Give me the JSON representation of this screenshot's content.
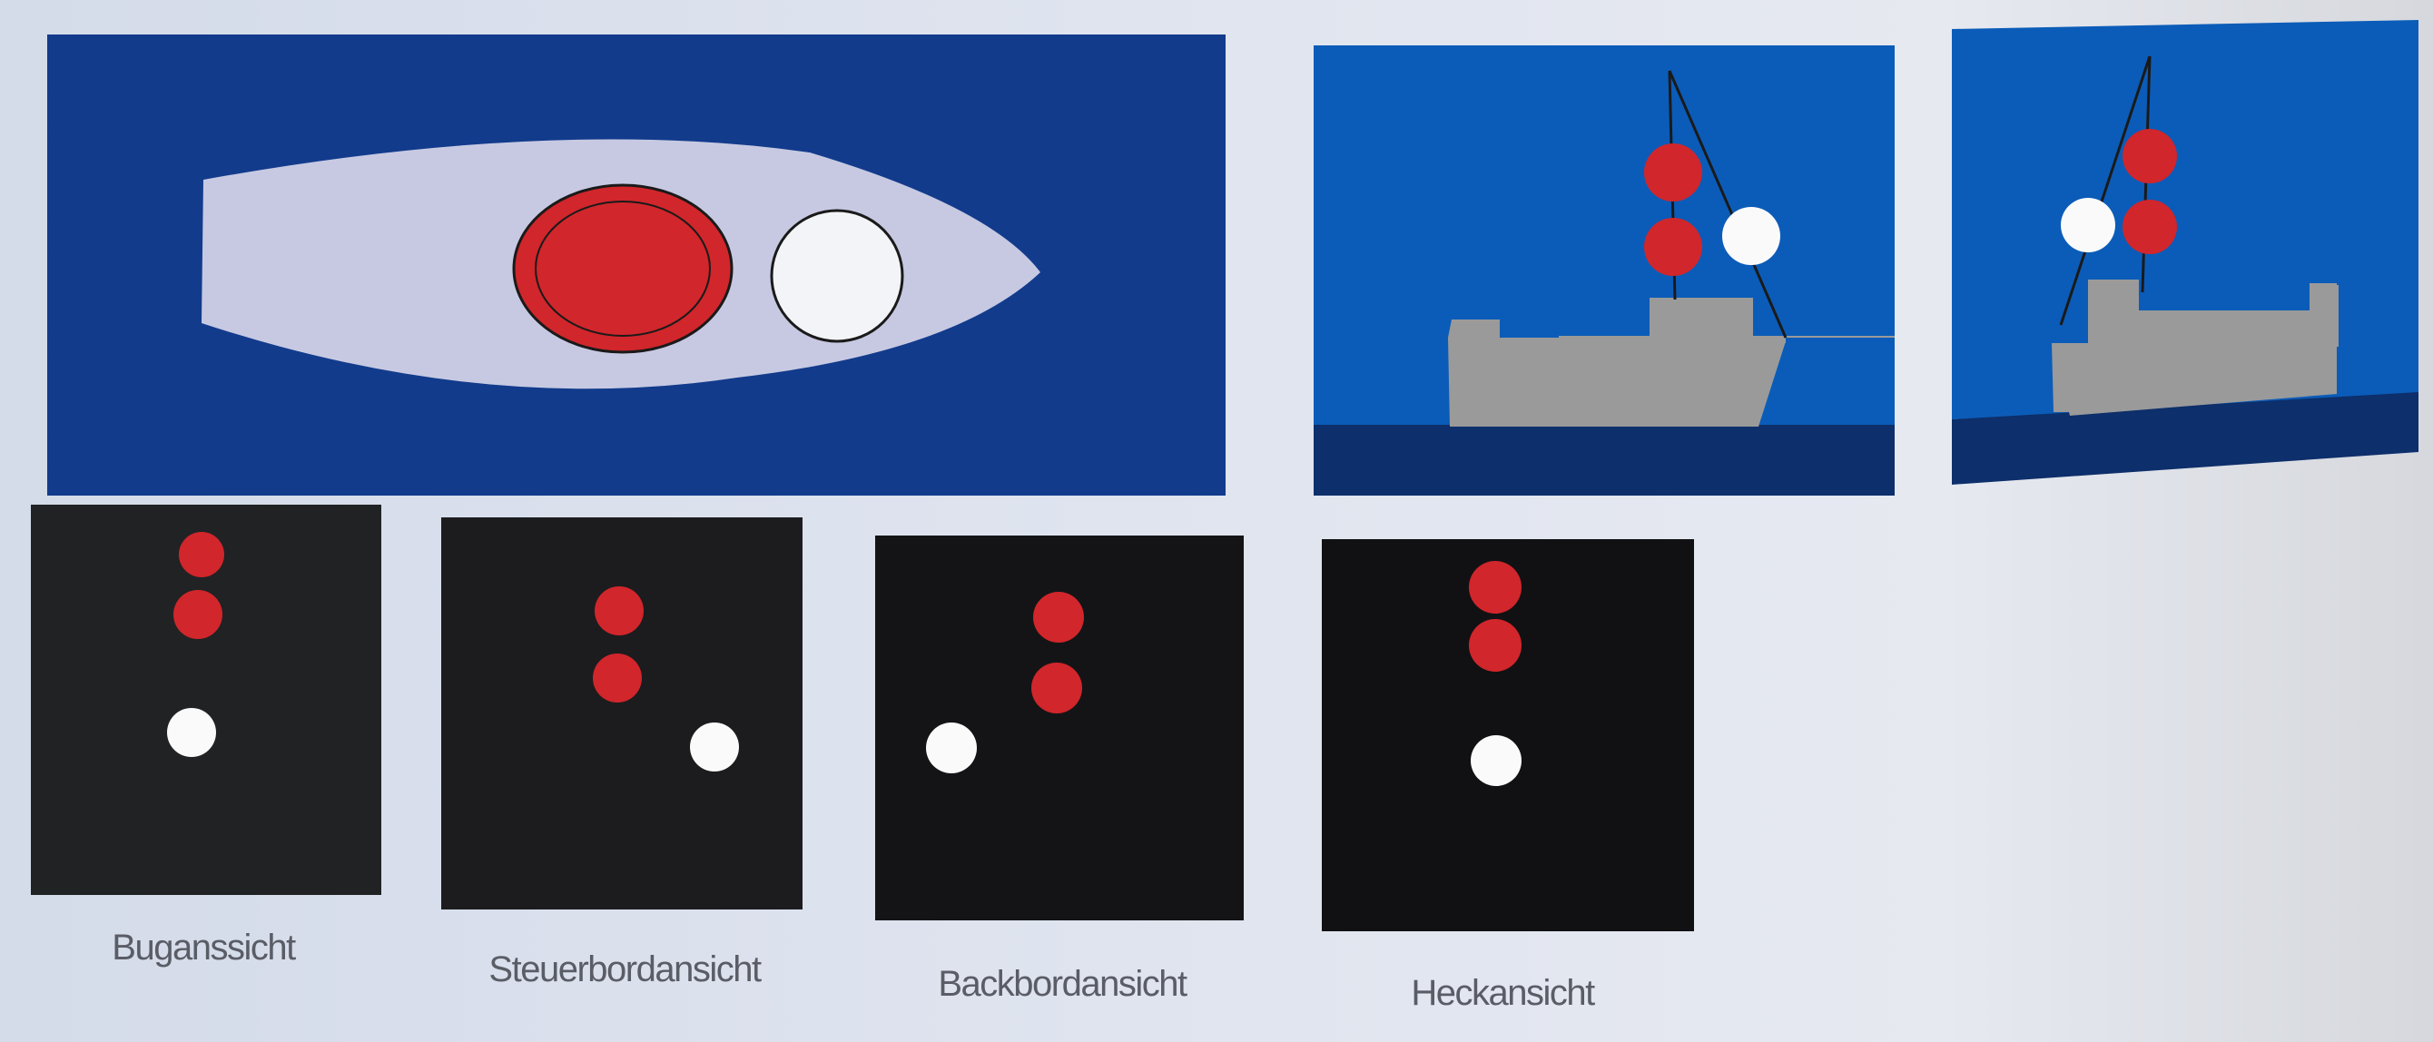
{
  "views": [
    {
      "label": "Buganssicht"
    },
    {
      "label": "Steuerbordansicht"
    },
    {
      "label": "Backbordansicht"
    },
    {
      "label": "Heckansicht"
    }
  ],
  "colors": {
    "top_background": "#123b8c",
    "side_sky": "#0b5cb8",
    "sea": "#0d2f6b",
    "hull_top": "#c7c9e2",
    "ship_gray": "#9a9a9a",
    "red_light": "#d1262b",
    "white_light": "#fafafa",
    "night": "#141416"
  }
}
